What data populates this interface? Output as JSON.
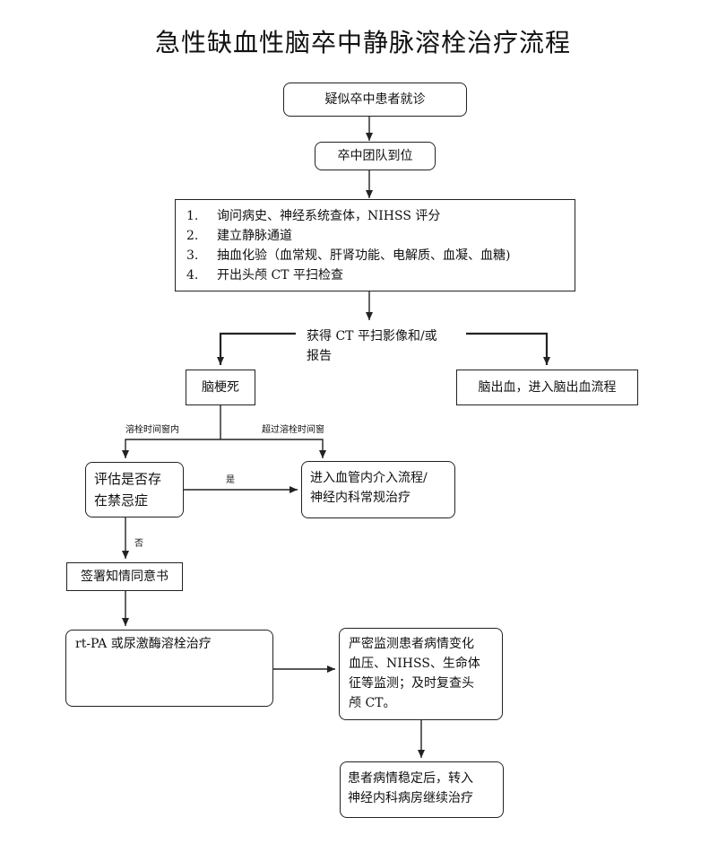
{
  "title": "急性缺血性脑卒中静脉溶栓治疗流程",
  "nodes": {
    "suspected": "疑似卒中患者就诊",
    "team": "卒中团队到位",
    "initial_steps": [
      {
        "num": "1.",
        "text": "询问病史、神经系统查体，NIHSS  评分"
      },
      {
        "num": "2.",
        "text": "建立静脉通道"
      },
      {
        "num": "3.",
        "text": "抽血化验（血常规、肝肾功能、电解质、血凝、血糖)"
      },
      {
        "num": "4.",
        "text": "开出头颅 CT 平扫检查"
      }
    ],
    "ct_result_line1": "获得 CT 平扫影像和/或",
    "ct_result_line2": "报告",
    "infarction": "脑梗死",
    "hemorrhage": "脑出血，进入脑出血流程",
    "assess_line1": "评估是否存",
    "assess_line2": "在禁忌症",
    "interventional_line1": "进入血管内介入流程/",
    "interventional_line2": "神经内科常规治疗",
    "consent": "签署知情同意书",
    "thrombolysis": "rt-PA 或尿激酶溶栓治疗",
    "monitoring_lines": [
      "严密监测患者病情变化",
      "血压、NIHSS、生命体",
      "征等监测；及时复查头",
      "颅 CT。"
    ],
    "transfer_lines": [
      "患者病情稳定后，转入",
      "神经内科病房继续治疗"
    ]
  },
  "edge_labels": {
    "within_window": "溶栓时间窗内",
    "beyond_window": "超过溶栓时间窗",
    "yes": "是",
    "no": "否"
  }
}
